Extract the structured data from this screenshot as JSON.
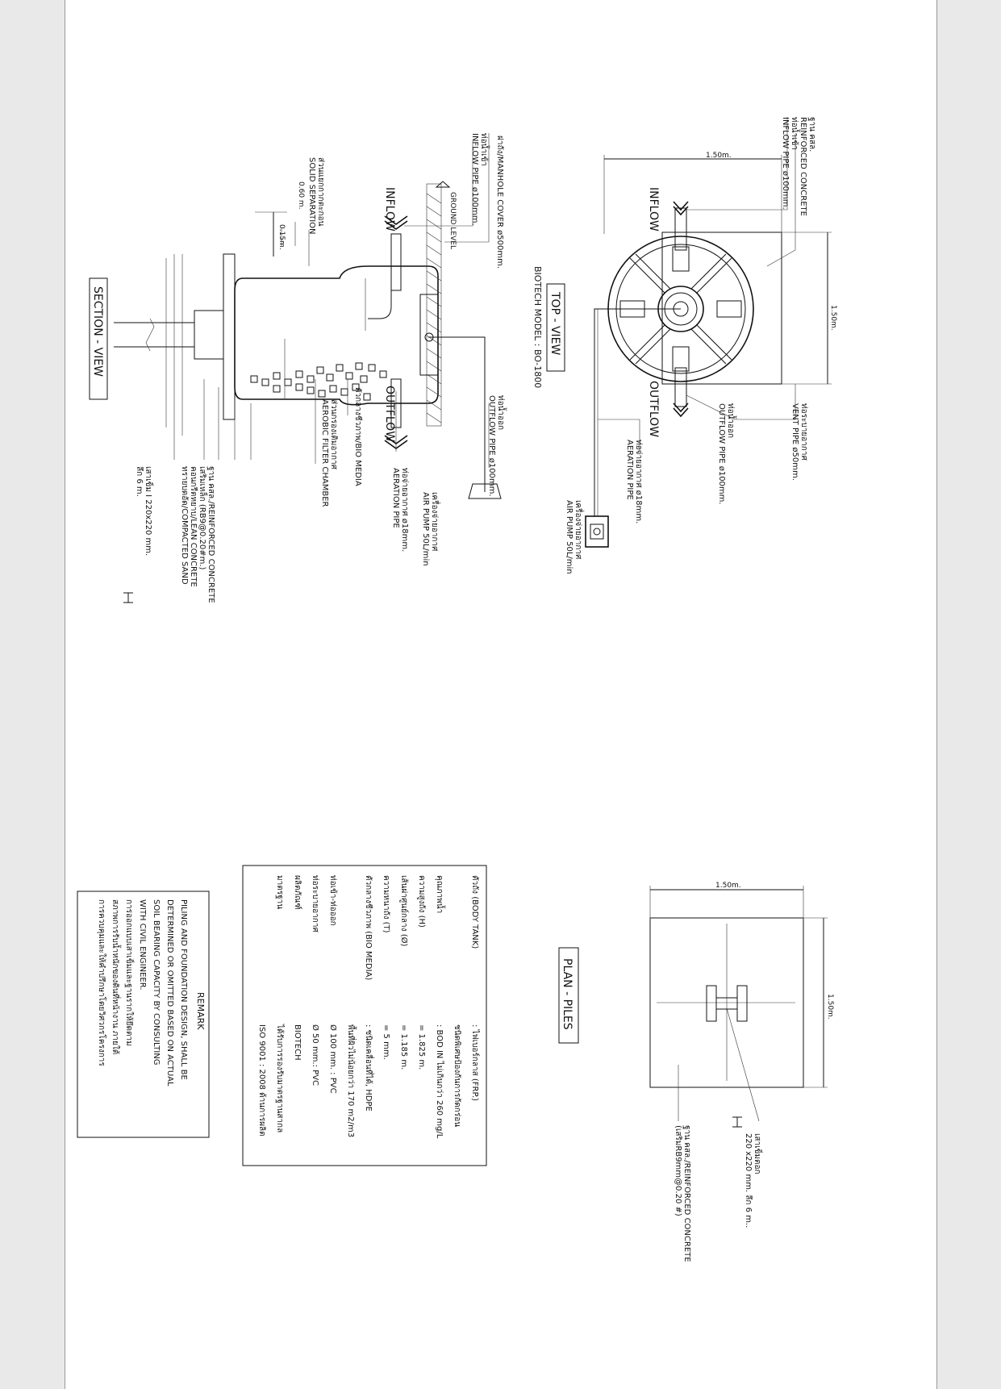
{
  "top_view": {
    "title": "TOP - VIEW",
    "model": "BIOTECH MODEL : BO-1800",
    "dim_width": "1.50m.",
    "dim_height": "1.50m.",
    "inflow": "INFLOW",
    "outflow": "OUTFLOW",
    "label_rc_th": "ฐาน คสล.",
    "label_rc_en": "REINFORCED CONCRETE",
    "label_inflow_th": "ท่อน้ำเข้า",
    "label_inflow_en": "INFLOW PIPE ø100mm.",
    "label_vent_th": "ท่อระบายอากาศ",
    "label_vent_en": "VENT PIPE ø50mm.",
    "label_outflow_th": "ท่อน้ำออก",
    "label_outflow_en": "OUTFLOW PIPE ø100mm.",
    "label_aeration_th": "ท่อจ่ายอากาศ ø18mm.",
    "label_aeration_en": "AERATION PIPE",
    "label_pump_th": "เครื่องจ่ายอากาศ",
    "label_pump_en": "AIR PUMP 50L/min"
  },
  "section_view": {
    "title": "SECTION - VIEW",
    "dim_060": "0.60 m.",
    "dim_015": "0.15m.",
    "ground_level": "GROUND LEVEL",
    "inflow": "INFLOW",
    "outflow": "OUTFLOW",
    "label_manhole": "ฝาถัง/MANHOLE COVER ø500mm.",
    "label_inflow_th": "ท่อน้ำเข้า",
    "label_inflow_en": "INFLOW PIPE ø100mm.",
    "label_solid_th": "ส่วนแยกกากตะกอน",
    "label_solid_en": "SOLID SEPARATION",
    "label_outflow_th": "ท่อน้ำออก",
    "label_outflow_en": "OUTFLOW PIPE ø100mm.",
    "label_pump_th": "เครื่องจ่ายอากาศ",
    "label_pump_en": "AIR PUMP 50L/min",
    "label_aeration_th": "ท่อจ่ายอากาศ ø18mm.",
    "label_aeration_en": "AERATION PIPE",
    "label_biomedia": "ตัวกลางชีวภาพ/BIO MEDIA",
    "label_aerobic_th": "ส่วนกรองเติมอากาศ",
    "label_aerobic_en": "AEROBIC FILTER CHAMBER",
    "label_rc": "ฐาน คสล./REINFORCED CONCRETE",
    "label_rebar": "เสริมเหล็ก (RB9@0.20#m.)",
    "label_lean": "คอนกรีตหยาบ/LEAN CONCRETE",
    "label_sand": "ทรายบดอัด/COMPACTED SAND",
    "label_pile": "เสาเข็ม I 220x220 mm.",
    "label_pile_depth": "ลึก 6 m."
  },
  "plan_piles": {
    "title": "PLAN - PILES",
    "dim_width": "1.50m.",
    "dim_height": "1.50m.",
    "label_pile": "เสาเข็มตอก",
    "label_pile_size": "220 x220 mm. ลึก 6 m..",
    "label_rc": "ฐาน คสล./REINFORCED CONCRETE",
    "label_rebar": "(เสริมRB9mm@0.20 #)"
  },
  "spec_table": {
    "rows": [
      {
        "label": "ตัวถัง (BODY TANK)",
        "value": ": ไฟเบอร์กลาส (FRP.)"
      },
      {
        "label": "",
        "value": "ชนิดพิเศษป้องกันการกัดกร่อน"
      },
      {
        "label": "คุณภาพน้ำ",
        "value": ": BOD IN ไม่เกินกว่า 260 mg/L"
      },
      {
        "label": "ความสูงถัง (H)",
        "value": "= 1.825 m."
      },
      {
        "label": "เส้นผ่าศูนย์กลาง (Ø)",
        "value": "= 1.185 m."
      },
      {
        "label": "ความหนาถัง (T)",
        "value": "= 5 mm."
      },
      {
        "label": "ตัวกลางชีวภาพ (BIO MEDIA)",
        "value": ": ชนิดเคลื่อนที่ได้, HDPE"
      },
      {
        "label": "",
        "value": "พื้นที่ผิวไม่น้อยกว่า 170 m2/m3"
      },
      {
        "label": "ท่อเข้า-ท่อออก",
        "value": "Ø 100 mm. : PVC"
      },
      {
        "label": "ท่อระบายอากาศ",
        "value": "Ø 50 mm.: PVC"
      },
      {
        "label": "ผลิตภัณฑ์",
        "value": "BIOTECH"
      },
      {
        "label": "มาตรฐาน",
        "value": "ได้รับการรองรับมาตรฐานสากล"
      },
      {
        "label": "",
        "value": "ISO 9001 : 2008 ด้านการผลิต"
      }
    ]
  },
  "remark": {
    "title": "REMARK",
    "lines": [
      "PILING AND FOUNDATION DESIGN, SHALL BE",
      "DETERMINED OR OMITTED BASED ON ACTUAL",
      "SOIL BEARING CAPACITY BY CONSULTING",
      "WITH CIVIL ENGINEER.",
      "การออกแบบเสาเข็มและฐานรากให้ยึดตาม",
      "สภาพการรับน้ำหนักของดินที่หน้างาน ภายใต้",
      "การควบคุมและให้คำปรึกษาโดยวิศวกรโครงการ"
    ]
  }
}
